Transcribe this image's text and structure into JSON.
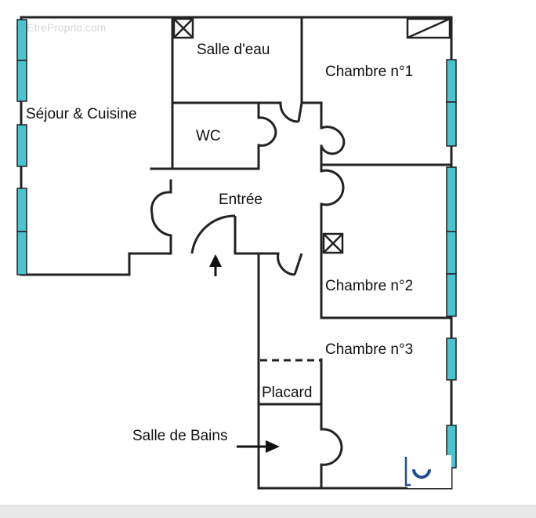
{
  "watermark": "© EtreProprio.com",
  "rooms": {
    "salle_eau": "Salle d'eau",
    "chambre1": "Chambre n°1",
    "sejour": "Séjour & Cuisine",
    "wc": "WC",
    "entree": "Entrée",
    "chambre2": "Chambre n°2",
    "chambre3": "Chambre n°3",
    "placard": "Placard",
    "salle_bains": "Salle de Bains"
  },
  "colors": {
    "wall": "#222222",
    "window": "#49c4cf",
    "background": "#ffffff",
    "footer_bar": "#e8e8e8",
    "logo_accent": "#1f4f8a"
  },
  "icons": [
    "vent-icon",
    "entrance-arrow-icon",
    "arrow-right-icon",
    "logo-icon"
  ]
}
